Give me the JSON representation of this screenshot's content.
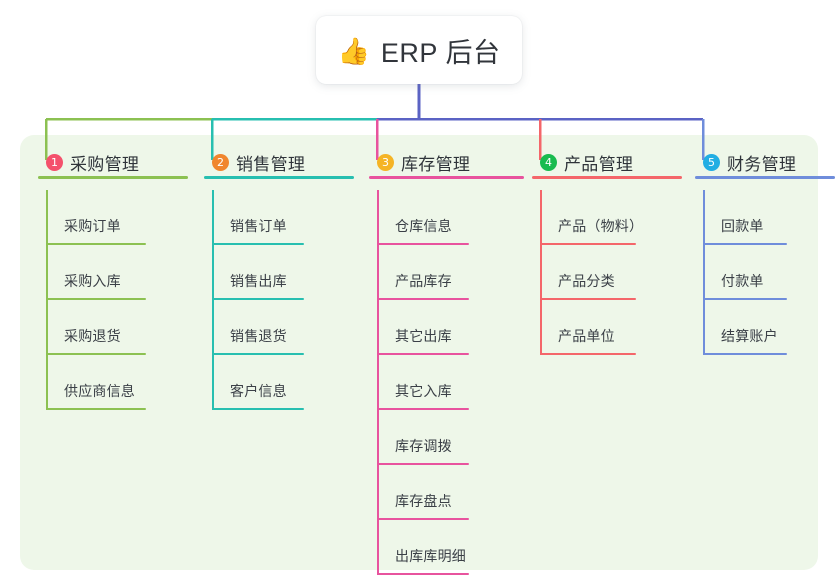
{
  "root": {
    "icon": "thumbs-up-emoji",
    "emoji": "👍",
    "title": "ERP 后台"
  },
  "theme": {
    "panel_bg": "#eef7e9",
    "page_bg": "#ffffff",
    "root_text": "#31353b",
    "branch_text": "#2f343a",
    "leaf_text": "#3b4047",
    "trunk_line": "#5b63c4"
  },
  "branches": [
    {
      "number": "1",
      "title": "采购管理",
      "badge_color": "#f4516c",
      "line_color": "#8cc152",
      "leaves": [
        "采购订单",
        "采购入库",
        "采购退货",
        "供应商信息"
      ]
    },
    {
      "number": "2",
      "title": "销售管理",
      "badge_color": "#f0862e",
      "line_color": "#27bfb0",
      "leaves": [
        "销售订单",
        "销售出库",
        "销售退货",
        "客户信息"
      ]
    },
    {
      "number": "3",
      "title": "库存管理",
      "badge_color": "#f5b425",
      "line_color": "#e8539e",
      "leaves": [
        "仓库信息",
        "产品库存",
        "其它出库",
        "其它入库",
        "库存调拨",
        "库存盘点",
        "出库库明细"
      ]
    },
    {
      "number": "4",
      "title": "产品管理",
      "badge_color": "#19bb4f",
      "line_color": "#f4666a",
      "leaves": [
        "产品（物料）",
        "产品分类",
        "产品单位"
      ]
    },
    {
      "number": "5",
      "title": "财务管理",
      "badge_color": "#22aee3",
      "line_color": "#6f8ddb",
      "leaves": [
        "回款单",
        "付款单",
        "结算账户"
      ]
    }
  ]
}
